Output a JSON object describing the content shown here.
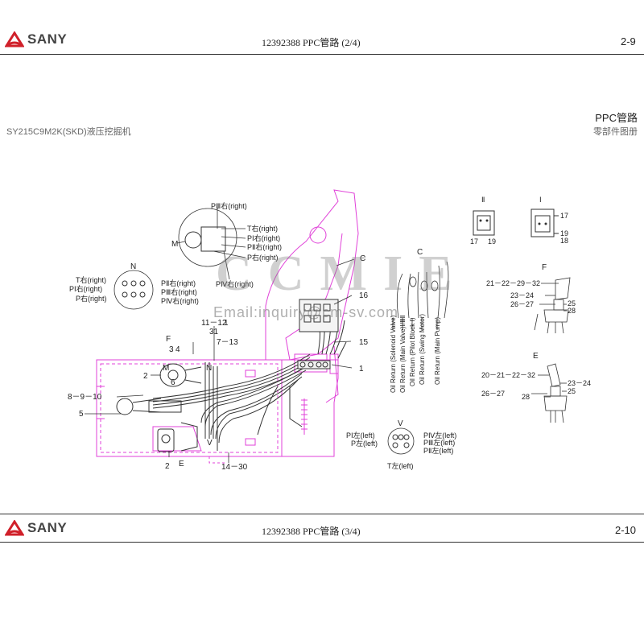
{
  "top": {
    "brand": "SANY",
    "title": "12392388 PPC管路 (2/4)",
    "page": "2-9",
    "section_title": "PPC管路",
    "section_subtitle": "零部件图册",
    "model": "SY215C9M2K(SKD)液压挖掘机"
  },
  "bottom": {
    "brand": "SANY",
    "title": "12392388 PPC管路 (3/4)",
    "page": "2-10"
  },
  "watermark": {
    "logo": "CCMIE",
    "email": "Email:inquiry@cm-sv.com"
  },
  "colors": {
    "magenta": "#e040d8",
    "ink": "#333333",
    "brand_red": "#d0202a"
  },
  "diagram": {
    "view_M": {
      "letter": "M",
      "labels": [
        "PⅢ右(right)",
        "T右(right)",
        "PⅠ右(right)",
        "PⅡ右(right)",
        "P右(right)",
        "PⅣ右(right)"
      ]
    },
    "view_N": {
      "letter": "N",
      "labels_left": [
        "T右(right)",
        "PⅠ右(right)",
        "P右(right)"
      ],
      "labels_right": [
        "PⅡ右(right)",
        "PⅢ右(right)",
        "PⅣ右(right)"
      ]
    },
    "view_V": {
      "letter": "V",
      "labels_left": [
        "PⅠ左(left)",
        "P左(left)"
      ],
      "labels_right": [
        "PⅣ左(left)",
        "PⅢ左(left)",
        "PⅡ左(left)"
      ],
      "label_bottom": "T左(left)"
    },
    "view_C": {
      "letter": "C",
      "returns": [
        "Oil Return (Solenoid Valve)",
        "Oil Return (Main Valve)Ⅰ/ⅢⅡ",
        "Oil Return (Pilot Block Ⅰ)",
        "Oil Return (Swing Motor)",
        "Oil Return (Main Pump)"
      ]
    },
    "view_I": {
      "numeral": "Ⅰ",
      "parts": [
        "17",
        "19",
        "18"
      ]
    },
    "view_II": {
      "numeral": "Ⅱ",
      "parts": [
        "17",
        "19"
      ]
    },
    "view_F": {
      "letter": "F",
      "parts": [
        "21－22－29－32",
        "23－24",
        "26－27",
        "25",
        "28"
      ]
    },
    "view_E": {
      "letter": "E",
      "parts": [
        "20－21－22－32",
        "23－24",
        "25",
        "26－27",
        "28"
      ]
    },
    "main_callouts": [
      "C",
      "16",
      "15",
      "1",
      "11－12",
      "1",
      "31",
      "7－13",
      "F",
      "3",
      "4",
      "M",
      "2",
      "N",
      "6",
      "8－9－10",
      "5",
      "V",
      "2",
      "E",
      "14－30"
    ]
  }
}
